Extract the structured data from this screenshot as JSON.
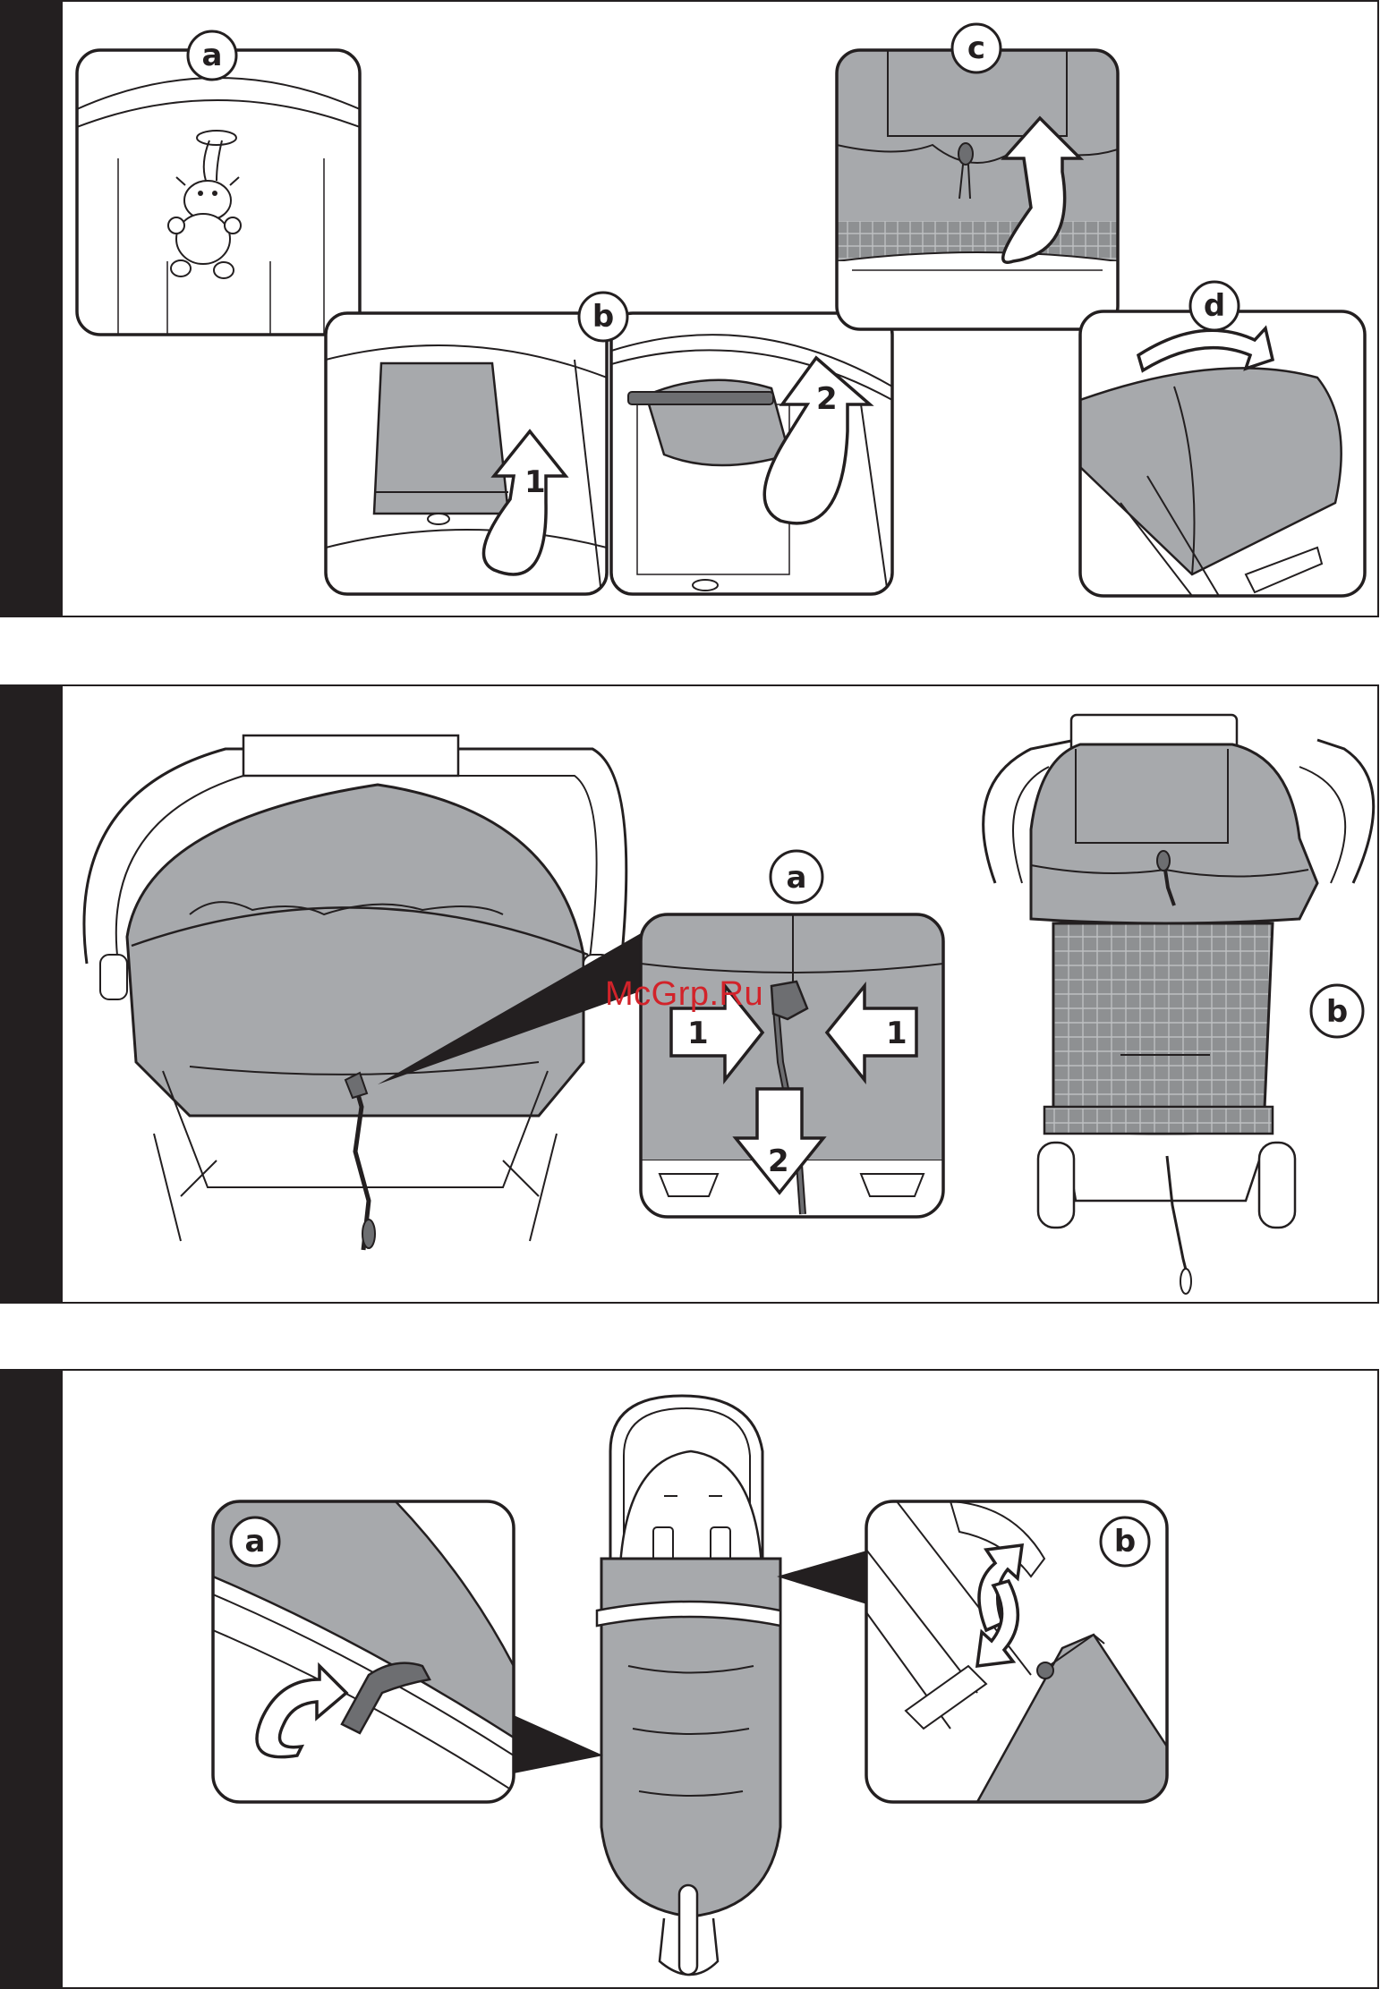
{
  "panels": {
    "one": {
      "labels": [
        "a",
        "b",
        "c",
        "d"
      ],
      "arrow_numbers": [
        "1",
        "2"
      ]
    },
    "two": {
      "labels": [
        "a",
        "b"
      ],
      "arrow_numbers": [
        "1",
        "1",
        "2"
      ]
    },
    "three": {
      "labels": [
        "a",
        "b"
      ]
    }
  },
  "watermark": "McGrp.Ru",
  "colors": {
    "ink": "#231f20",
    "fabric": "#a7a9ac",
    "fabric_dark": "#8e9092",
    "paper": "#ffffff",
    "watermark": "#d2232a"
  }
}
